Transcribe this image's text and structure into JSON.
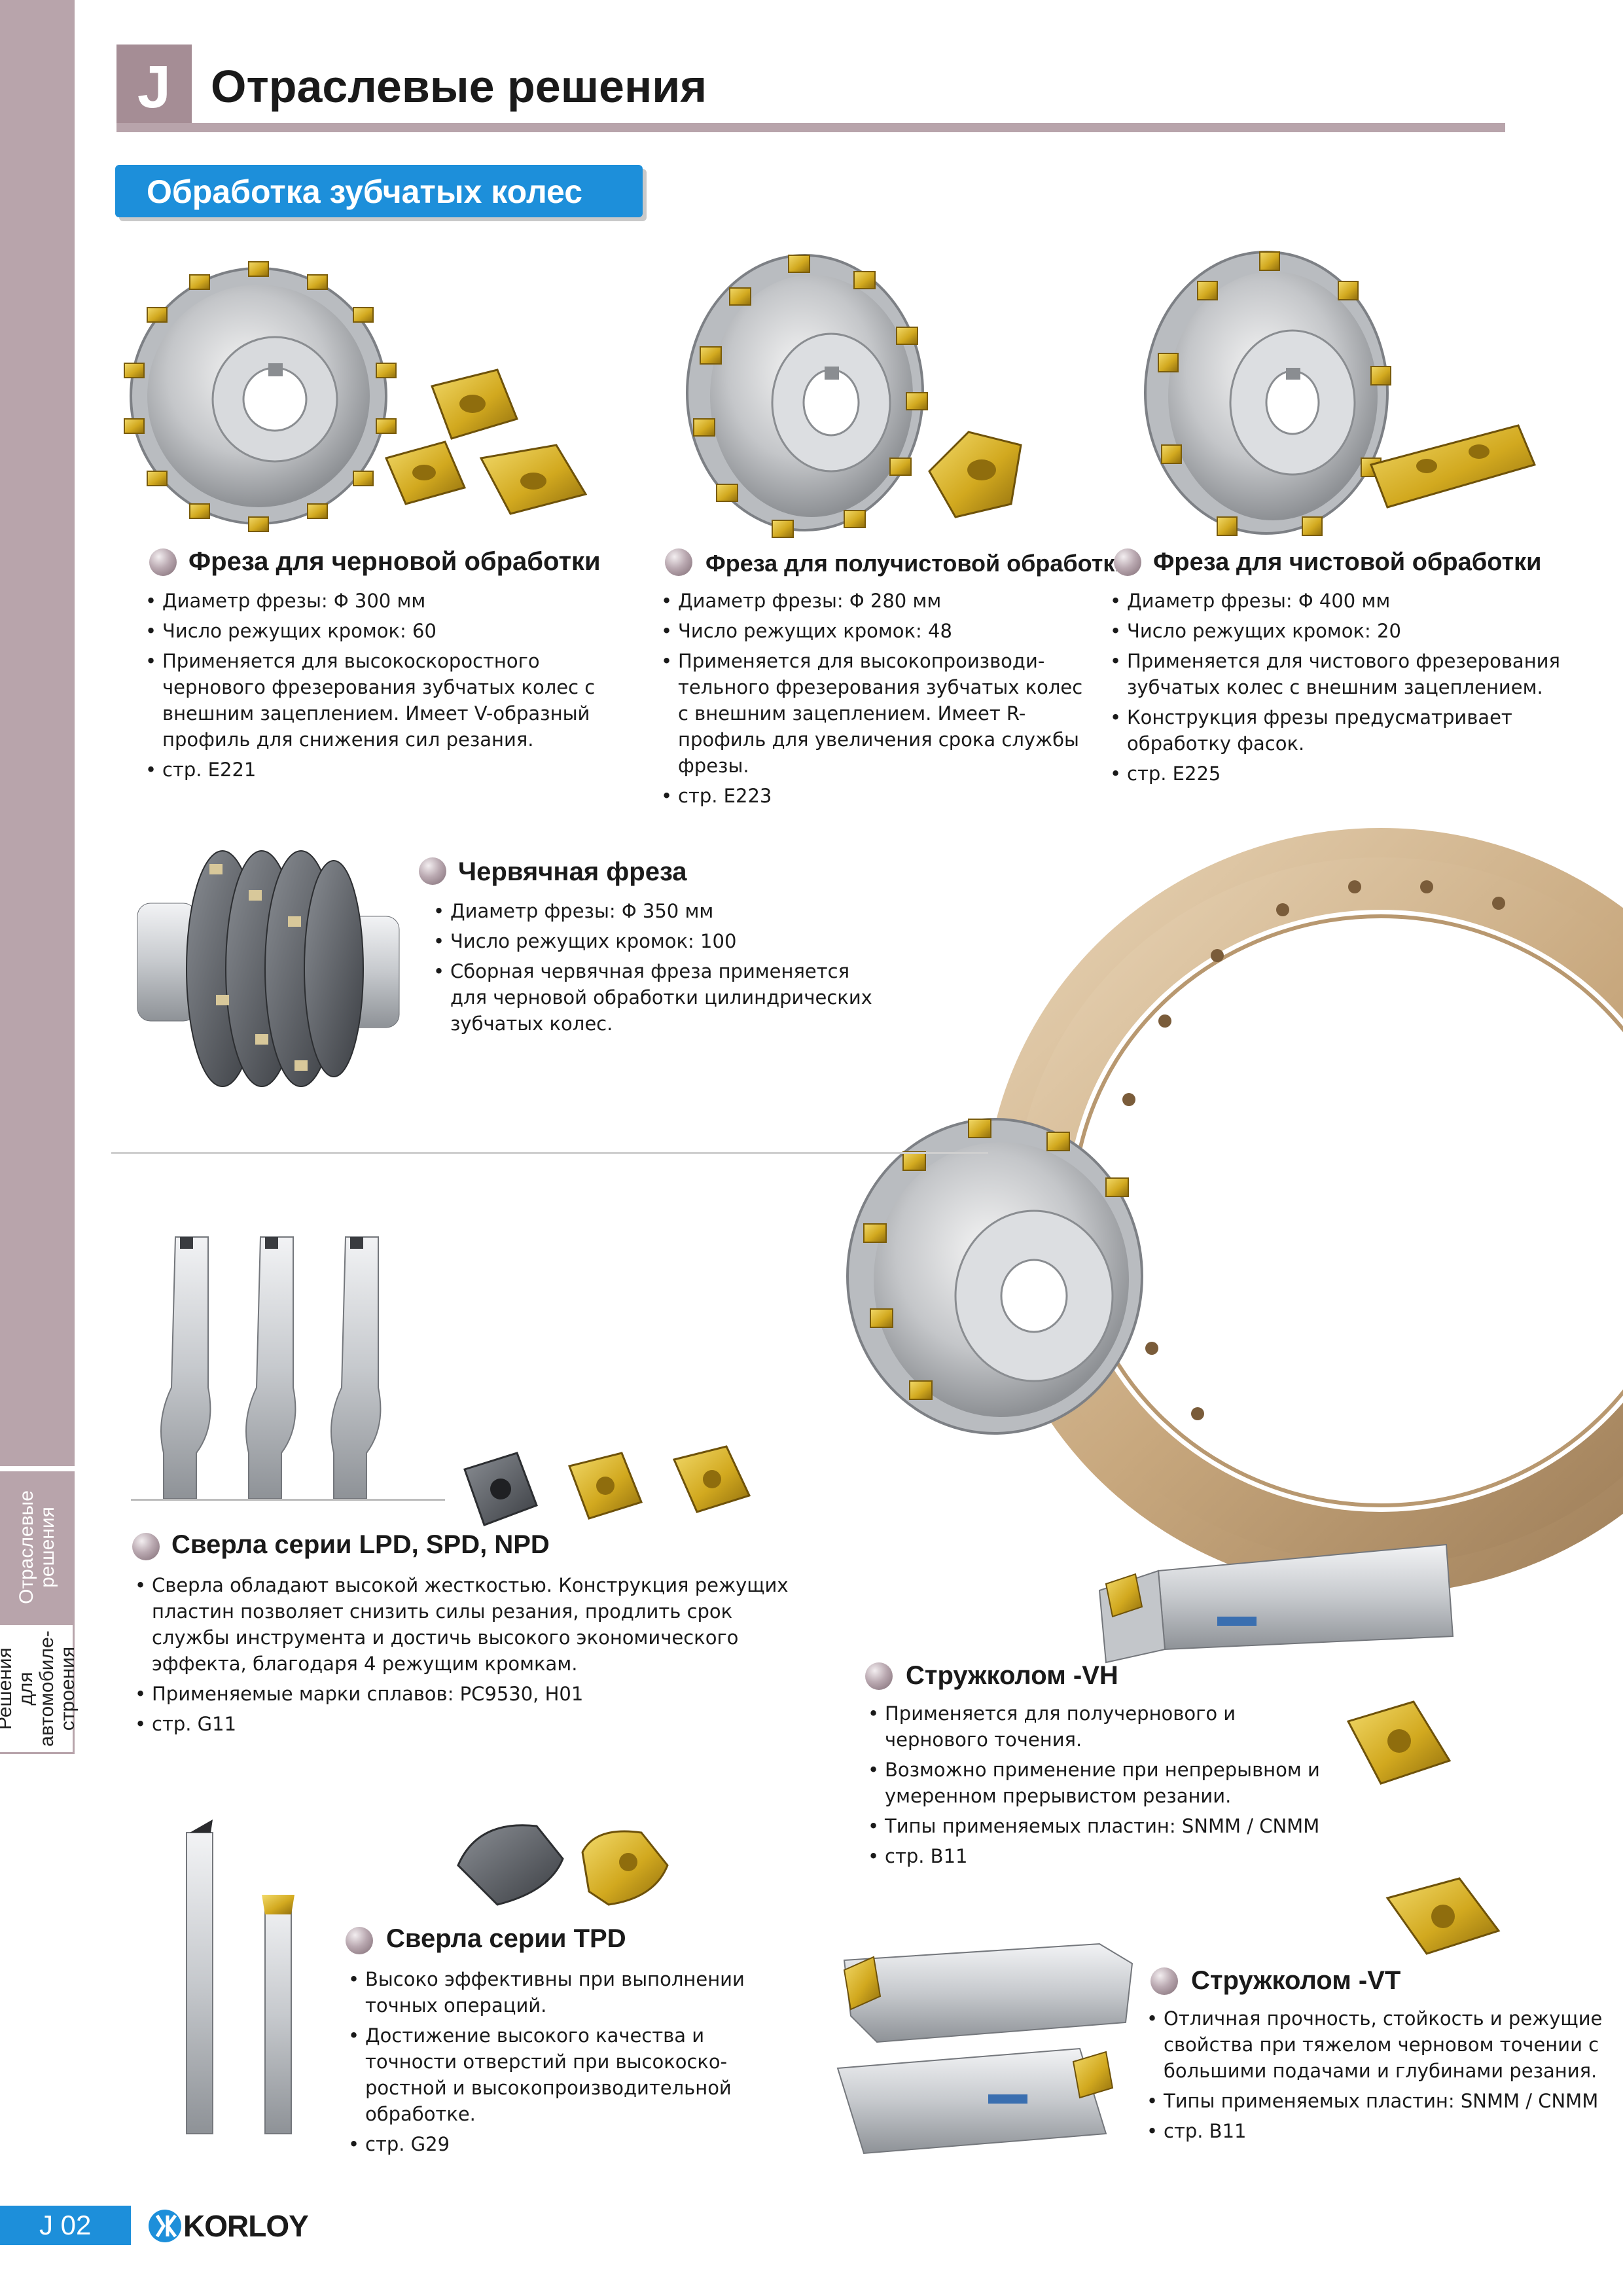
{
  "side": {
    "tab_active": "Отраслевые\nрешения",
    "tab_next": "Решения для\nавтомобиле-\nстроения"
  },
  "header": {
    "chapter_letter": "J",
    "title": "Отраслевые решения"
  },
  "section": {
    "title": "Обработка зубчатых колес"
  },
  "products": {
    "rough": {
      "title": "Фреза для черновой обработки",
      "items": [
        "Диаметр фрезы: Φ 300 мм",
        "Число режущих кромок: 60",
        "Применяется для высокоскоростного чернового фрезерования зубчатых колес с внешним зацеплением. Имеет V-образный профиль для снижения сил резания.",
        "стр. E221"
      ]
    },
    "semi": {
      "title": "Фреза для получистовой обработки",
      "items": [
        "Диаметр фрезы: Φ 280 мм",
        "Число режущих кромок: 48",
        "Применяется для высокопроизводи- тельного фрезерования зубчатых колес с внешним зацеплением. Имеет R-профиль для увеличения срока службы фрезы.",
        "стр. E223"
      ]
    },
    "finish": {
      "title": "Фреза для чистовой обработки",
      "items": [
        "Диаметр фрезы: Φ 400 мм",
        "Число режущих кромок: 20",
        "Применяется для чистового фрезерования зубчатых колес с внешним зацеплением.",
        "Конструкция фрезы предусматривает обработку фасок.",
        "стр. E225"
      ]
    },
    "worm": {
      "title": "Червячная фреза",
      "items": [
        "Диаметр фрезы: Φ 350 мм",
        "Число режущих кромок: 100",
        "Сборная червячная фреза применяется для черновой обработки цилиндрических зубчатых колес."
      ]
    },
    "lpd": {
      "title": "Сверла серии LPD, SPD, NPD",
      "items": [
        "Сверла обладают высокой жесткостью. Конструкция режущих пластин позволяет снизить силы резания, продлить срок службы инструмента и достичь высокого экономического эффекта, благодаря 4 режущим кромкам.",
        "Применяемые марки сплавов: PC9530, H01",
        "стр. G11"
      ]
    },
    "tpd": {
      "title": "Сверла серии TPD",
      "items": [
        "Высоко эффективны при выполнении точных операций.",
        "Достижение высокого качества и точности отверстий при высокоско- ростной и высокопроизводительной обработке.",
        "стр. G29"
      ]
    },
    "vh": {
      "title": "Стружколом -VH",
      "items": [
        "Применяется для получернового и чернового точения.",
        "Возможно применение при непрерывном и умеренном прерывистом резании.",
        "Типы применяемых пластин: SNMM / CNMM",
        "стр. B11"
      ]
    },
    "vt": {
      "title": "Стружколом -VT",
      "items": [
        "Отличная прочность, стойкость и режущие свойства при тяжелом черновом точении с большими подачами и глубинами резания.",
        "Типы применяемых пластин: SNMM / CNMM",
        "стр. B11"
      ]
    }
  },
  "footer": {
    "page_number": "J 02",
    "brand": "KORLOY"
  },
  "colors": {
    "accent_blue": "#1d8fda",
    "mauve": "#b8a4ab",
    "gold_insert": "#d9b52a",
    "bronze_gear": "#c8a87e"
  }
}
